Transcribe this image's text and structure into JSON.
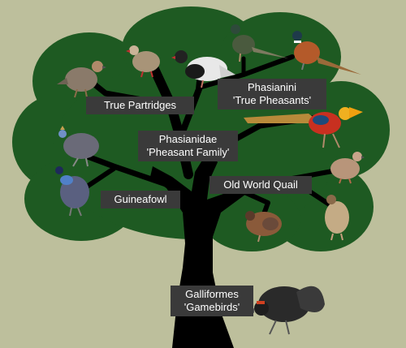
{
  "colors": {
    "background": "#bdbf9c",
    "canopy": "#1e5a22",
    "trunk": "#000000",
    "label_bg": "#3a3a3a",
    "label_text": "#ffffff"
  },
  "nodes": {
    "galliformes": {
      "line1": "Galliformes",
      "line2": "'Gamebirds'"
    },
    "phasianidae": {
      "line1": "Phasianidae",
      "line2": "'Pheasant Family'"
    },
    "phasianini": {
      "line1": "Phasianini",
      "line2": "'True Pheasants'"
    },
    "true_partridges": {
      "line1": "True Partridges"
    },
    "guineafowl": {
      "line1": "Guineafowl"
    },
    "old_world_quail": {
      "line1": "Old World Quail"
    }
  },
  "birds": [
    "grey-partridge",
    "red-legged-partridge",
    "silver-pheasant",
    "green-pheasant",
    "ring-necked-pheasant",
    "golden-pheasant",
    "helmeted-guineafowl",
    "vulturine-guineafowl",
    "grey-francolin",
    "common-quail",
    "japanese-quail",
    "black-grouse"
  ]
}
